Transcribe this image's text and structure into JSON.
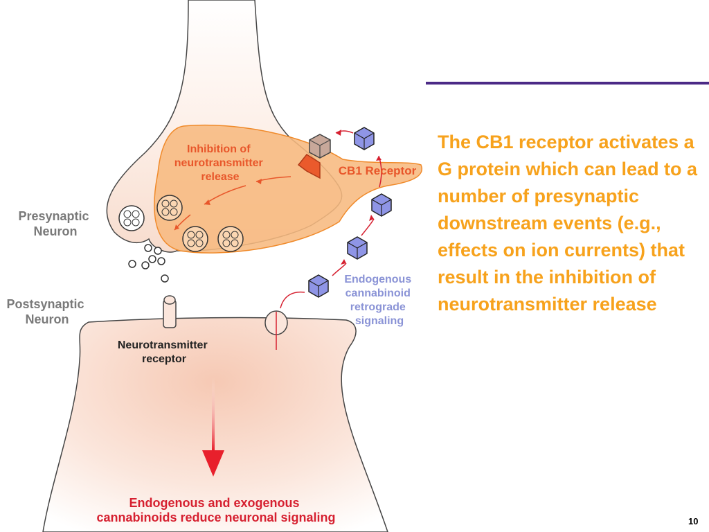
{
  "diagram": {
    "presynaptic_label": [
      "Presynaptic",
      "Neuron"
    ],
    "postsynaptic_label": [
      "Postsynaptic",
      "Neuron"
    ],
    "inhibition_label": [
      "Inhibition of",
      "neurotransmitter",
      "release"
    ],
    "cb1_label": "CB1 Receptor",
    "endogenous_label": [
      "Endogenous",
      "cannabinoid",
      "retrograde",
      "signaling"
    ],
    "nt_receptor_label": [
      "Neurotransmitter",
      "receptor"
    ],
    "bottom_caption": [
      "Endogenous and exogenous",
      "cannabinoids reduce neuronal signaling"
    ]
  },
  "explanation": {
    "text": "The CB1 receptor activates a G protein which can lead to a number of presynaptic downstream events (e.g., effects on ion currents) that result in the inhibition of neurotransmitter release"
  },
  "slide_number": "10",
  "colors": {
    "accent_line": "#4b2a86",
    "explanation_text": "#f7a21c",
    "label_orange": "#e8562a",
    "label_red": "#d62030",
    "label_blue": "#8a93d6",
    "label_gray": "#7a7a7a",
    "cube_fill": "#8f95e6"
  }
}
